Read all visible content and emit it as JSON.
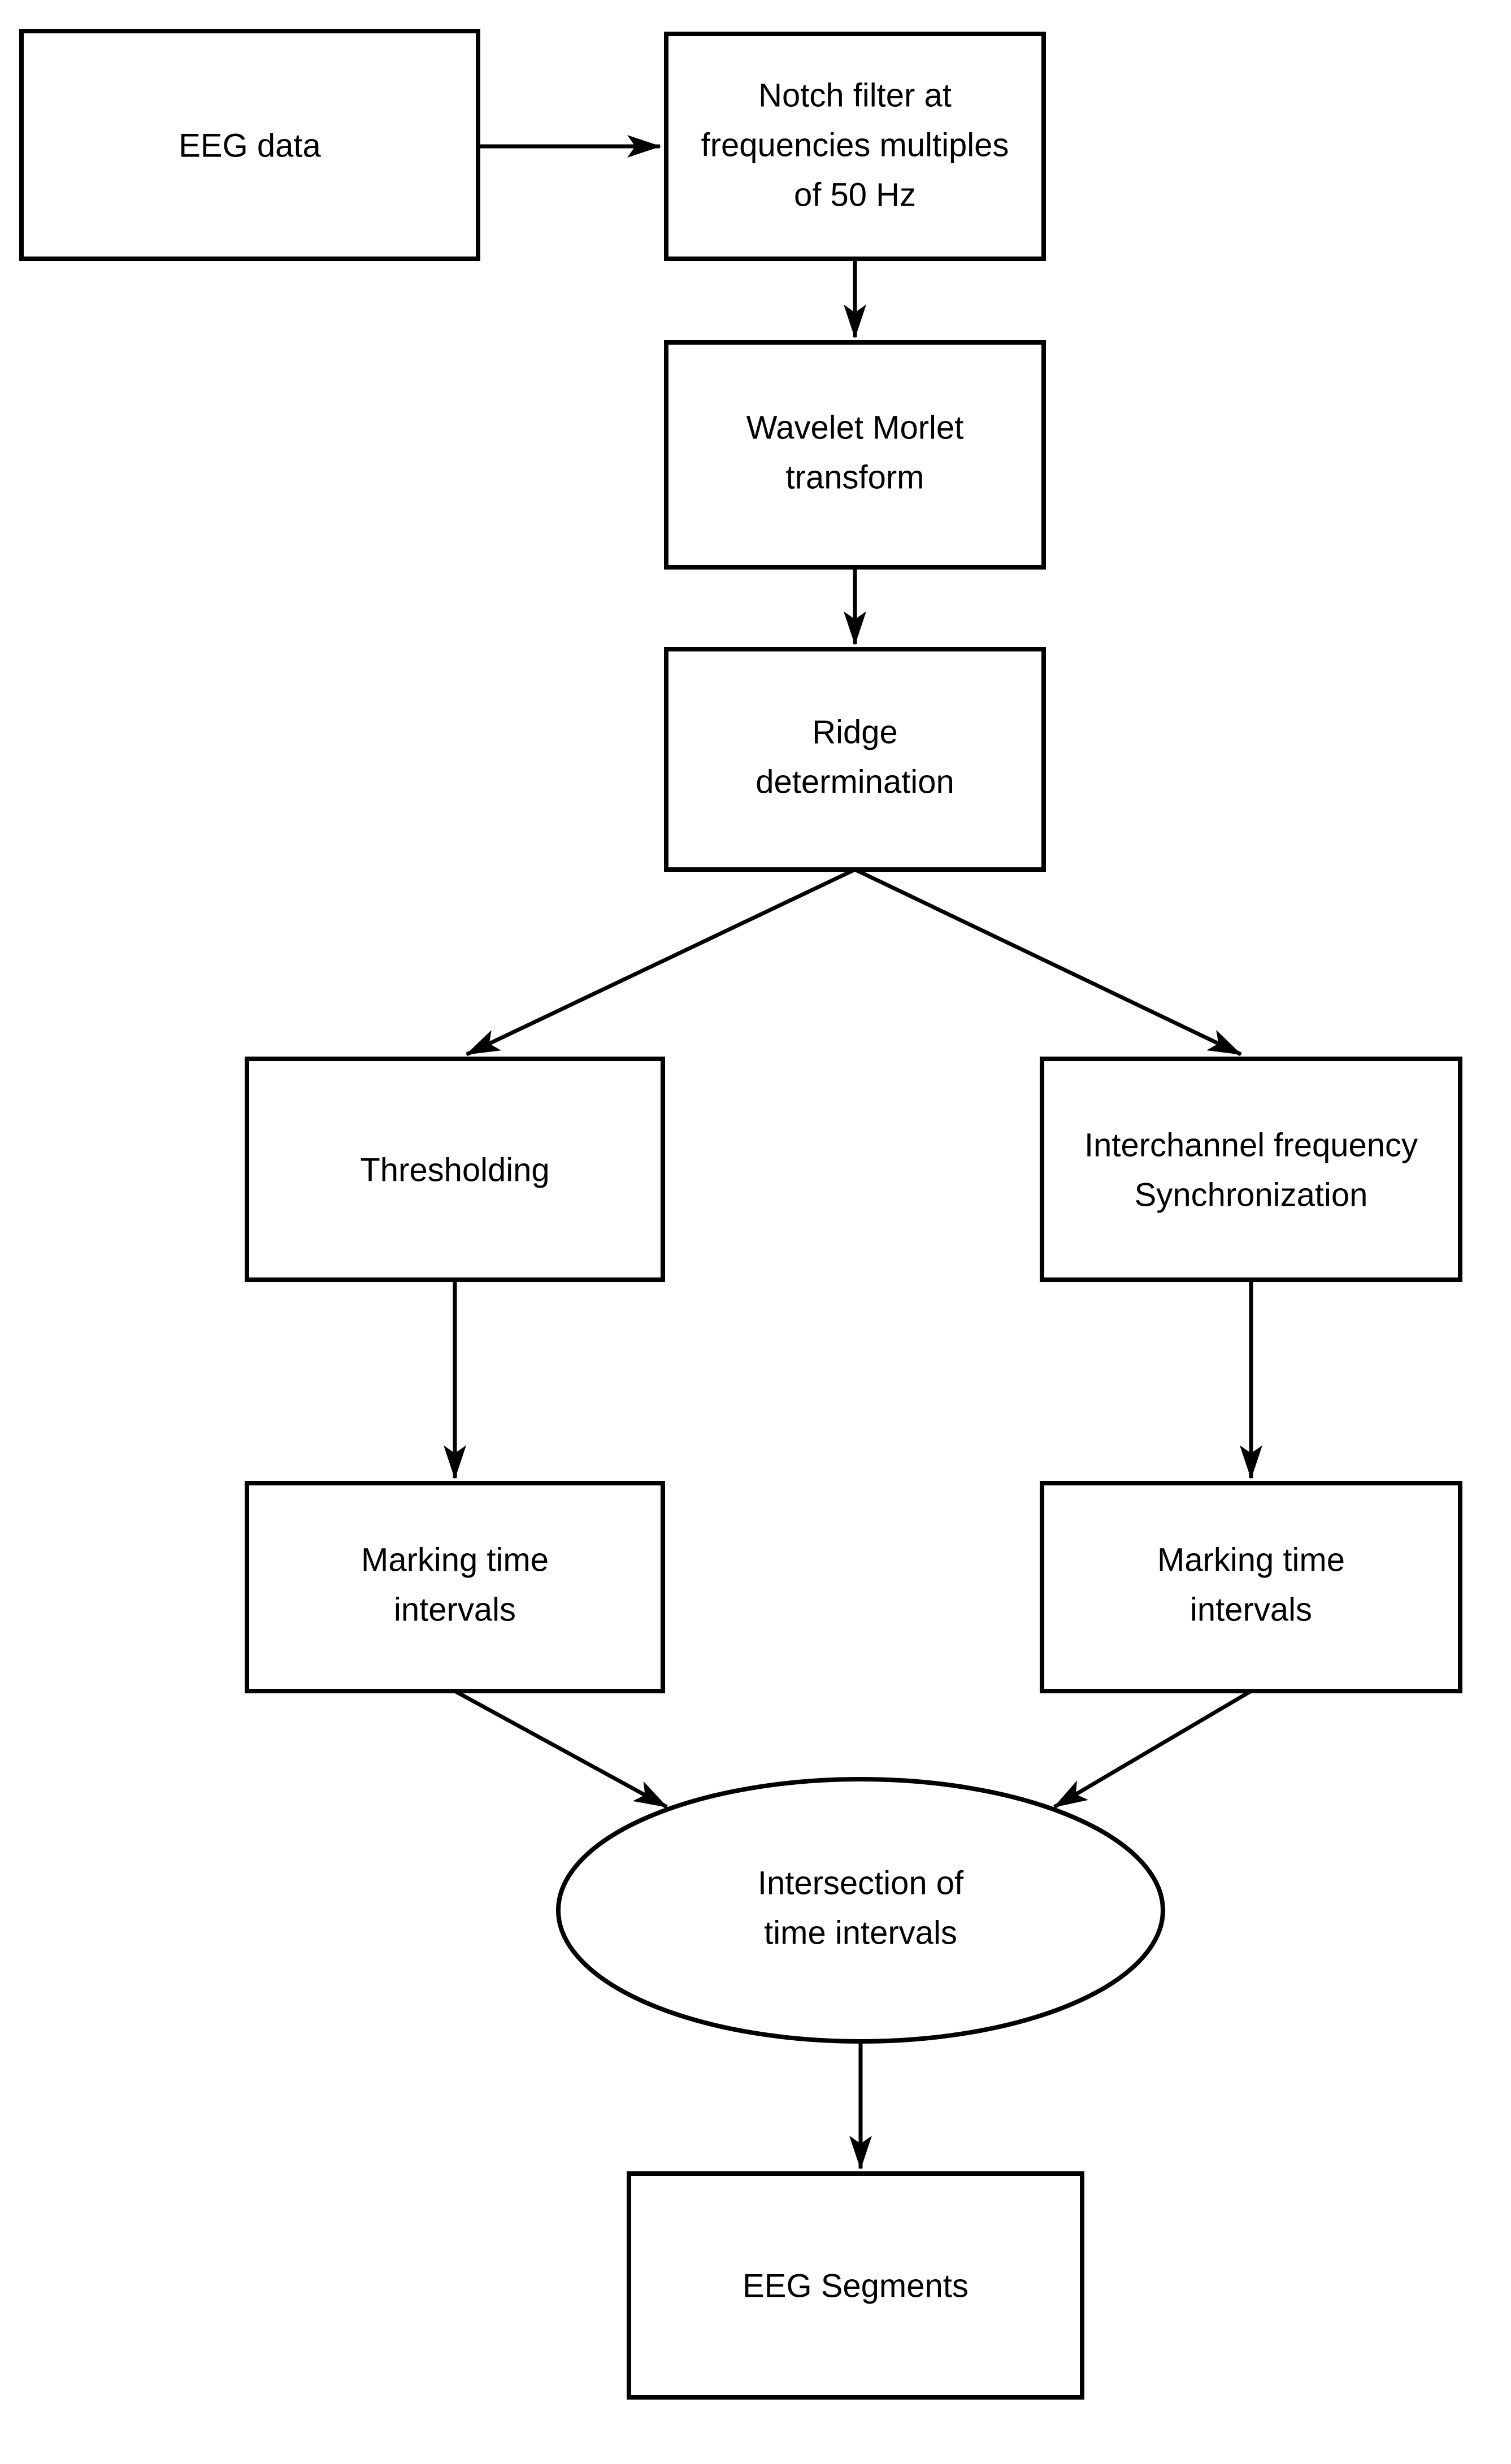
{
  "diagram": {
    "type": "flowchart",
    "background_color": "#ffffff",
    "stroke_color": "#000000",
    "text_color": "#000000"
  },
  "nodes": {
    "eeg_data": {
      "shape": "rect",
      "lines": [
        "EEG data"
      ]
    },
    "notch_filter": {
      "shape": "rect",
      "lines": [
        "Notch filter at",
        "frequencies multiples",
        "of 50 Hz"
      ]
    },
    "wavelet_morlet": {
      "shape": "rect",
      "lines": [
        "Wavelet Morlet",
        "transform"
      ]
    },
    "ridge_determination": {
      "shape": "rect",
      "lines": [
        "Ridge",
        "determination"
      ]
    },
    "thresholding": {
      "shape": "rect",
      "lines": [
        "Thresholding"
      ]
    },
    "interchannel_sync": {
      "shape": "rect",
      "lines": [
        "Interchannel frequency",
        "Synchronization"
      ]
    },
    "marking_intervals_left": {
      "shape": "rect",
      "lines": [
        "Marking time",
        "intervals"
      ]
    },
    "marking_intervals_right": {
      "shape": "rect",
      "lines": [
        "Marking time",
        "intervals"
      ]
    },
    "intersection": {
      "shape": "ellipse",
      "lines": [
        "Intersection of",
        "time intervals"
      ]
    },
    "eeg_segments": {
      "shape": "rect",
      "lines": [
        "EEG Segments"
      ]
    }
  },
  "edges": [
    {
      "from": "eeg_data",
      "to": "notch_filter"
    },
    {
      "from": "notch_filter",
      "to": "wavelet_morlet"
    },
    {
      "from": "wavelet_morlet",
      "to": "ridge_determination"
    },
    {
      "from": "ridge_determination",
      "to": "thresholding"
    },
    {
      "from": "ridge_determination",
      "to": "interchannel_sync"
    },
    {
      "from": "thresholding",
      "to": "marking_intervals_left"
    },
    {
      "from": "interchannel_sync",
      "to": "marking_intervals_right"
    },
    {
      "from": "marking_intervals_left",
      "to": "intersection"
    },
    {
      "from": "marking_intervals_right",
      "to": "intersection"
    },
    {
      "from": "intersection",
      "to": "eeg_segments"
    }
  ]
}
